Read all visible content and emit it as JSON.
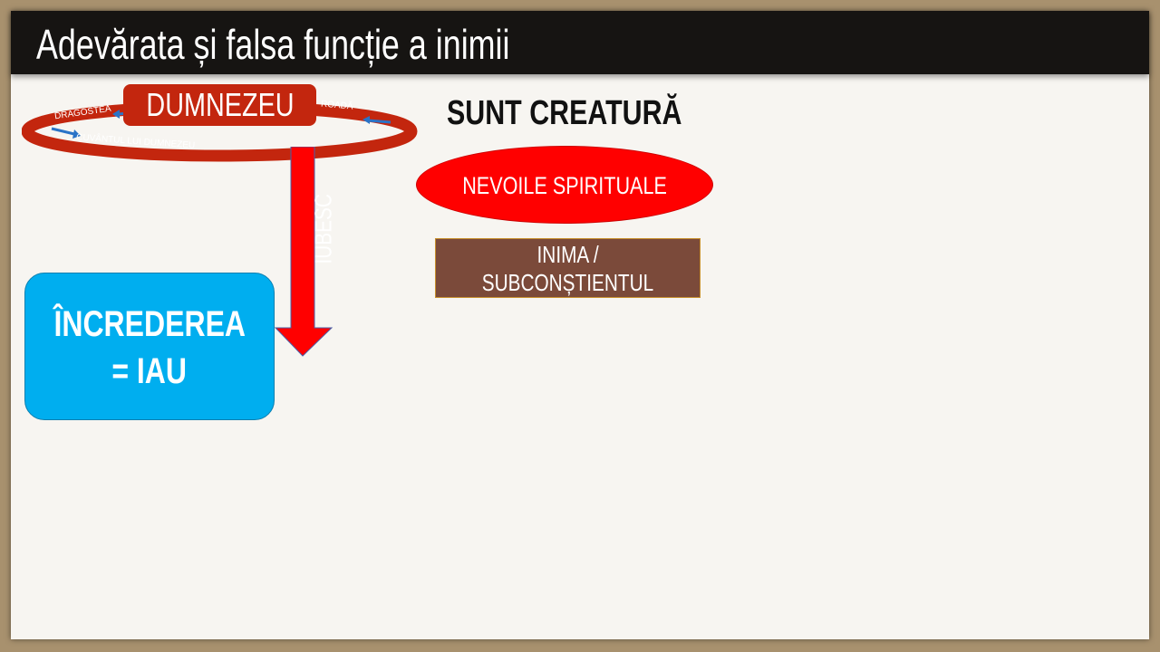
{
  "title": "Adevărata și falsa funcție a inimii",
  "diagram": {
    "god": "DUMNEZEU",
    "ring_labels": {
      "left": "DRAGOSTEA",
      "right": "ROADĂ",
      "bottom": "CUVÂNTUL LUI DUMNEZEU"
    },
    "arrow_label": "IUBESC",
    "trust_box": [
      "ÎNCREDEREA",
      "= IAU"
    ],
    "heading": "SUNT CREATURĂ",
    "needs": "NEVOILE SPIRITUALE",
    "heart": [
      "INIMA /",
      "SUBCONȘTIENTUL"
    ]
  },
  "colors": {
    "red": "#c3260e",
    "blue": "#00aeef",
    "brown": "#7b4a3a",
    "bright_red": "#ff0000"
  }
}
